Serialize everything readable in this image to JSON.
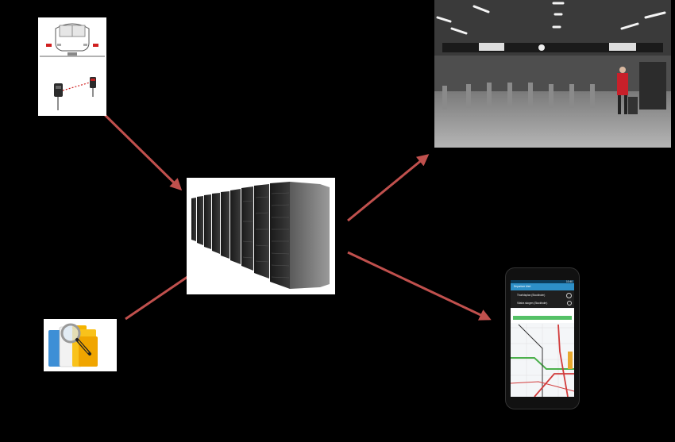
{
  "diagram": {
    "nodes": [
      {
        "id": "train-sensors",
        "icon": "train-sensor-icon"
      },
      {
        "id": "file-records",
        "icon": "folder-search-icon"
      },
      {
        "id": "data-center",
        "icon": "server-racks-icon"
      },
      {
        "id": "station-gates",
        "icon": "station-photo"
      },
      {
        "id": "mobile-app",
        "icon": "smartphone-app"
      }
    ],
    "edges": [
      {
        "from": "train-sensors",
        "to": "data-center"
      },
      {
        "from": "file-records",
        "to": "data-center"
      },
      {
        "from": "data-center",
        "to": "station-gates"
      },
      {
        "from": "data-center",
        "to": "mobile-app"
      }
    ],
    "colors": {
      "background": "#000000",
      "arrow": "#c0504d"
    }
  },
  "phone_app": {
    "status_time": "10:40",
    "app_title": "Departure Alert",
    "from_station": "Thorildsplan (Stockholm)",
    "to_station": "Västra skogen (Stockholm)"
  }
}
